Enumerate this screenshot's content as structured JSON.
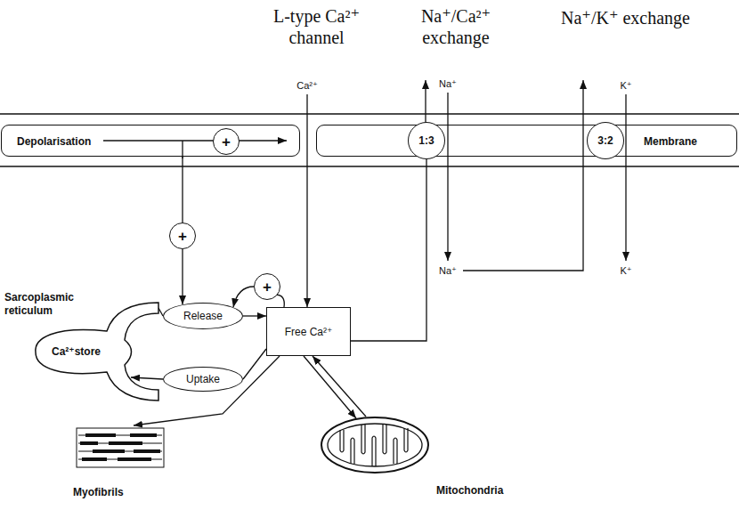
{
  "diagram": {
    "nodes": [
      {
        "text": [
          "Depolarisation"
        ]
      },
      {
        "text": [
          "+"
        ],
        "in": 0
      },
      {
        "text": [
          "Membrane"
        ]
      },
      {
        "text": [
          "1:3"
        ],
        "in": 2
      },
      {
        "text": [
          "3:2"
        ],
        "in": 2
      },
      {
        "text": [
          "+"
        ]
      },
      {
        "text": [
          "+"
        ]
      },
      {
        "text": [
          "Sarcoplasmic reticulum",
          "Ca²⁺store"
        ]
      },
      {
        "text": [
          "Release"
        ]
      },
      {
        "text": [
          "Free Ca²⁺"
        ]
      },
      {
        "text": [
          "Uptake"
        ]
      },
      {
        "text": [
          "Myofibrils"
        ]
      },
      {
        "text": [
          "Mitochondria"
        ]
      }
    ],
    "edges": [
      {
        "from": 0,
        "to": 5,
        "arrow": "none"
      },
      {
        "from": 5,
        "to": 8,
        "arrow": "to"
      },
      {
        "from": 9,
        "to": 6,
        "arrow": "none"
      },
      {
        "from": 6,
        "to": 8,
        "arrow": "to"
      },
      {
        "from": 8,
        "to": 9,
        "arrow": "to"
      },
      {
        "from": 9,
        "to": 10,
        "arrow": "none"
      },
      {
        "from": 10,
        "to": 7,
        "arrow": "to"
      },
      {
        "from": 7,
        "to": 8,
        "arrow": "none"
      },
      {
        "from": 9,
        "to": 11,
        "arrow": "to"
      },
      {
        "from": 9,
        "to": 12,
        "arrow": "to"
      },
      {
        "from": 12,
        "to": 9,
        "arrow": "to"
      },
      {
        "from": 9,
        "to": 3,
        "arrow": "none"
      }
    ],
    "labels": [
      "L-type Ca²⁺ channel",
      "Na⁺/Ca²⁺ exchange",
      "Na⁺/K⁺ exchange",
      "Ca²⁺",
      "Na⁺",
      "K⁺",
      "Na⁺",
      "K⁺"
    ]
  }
}
